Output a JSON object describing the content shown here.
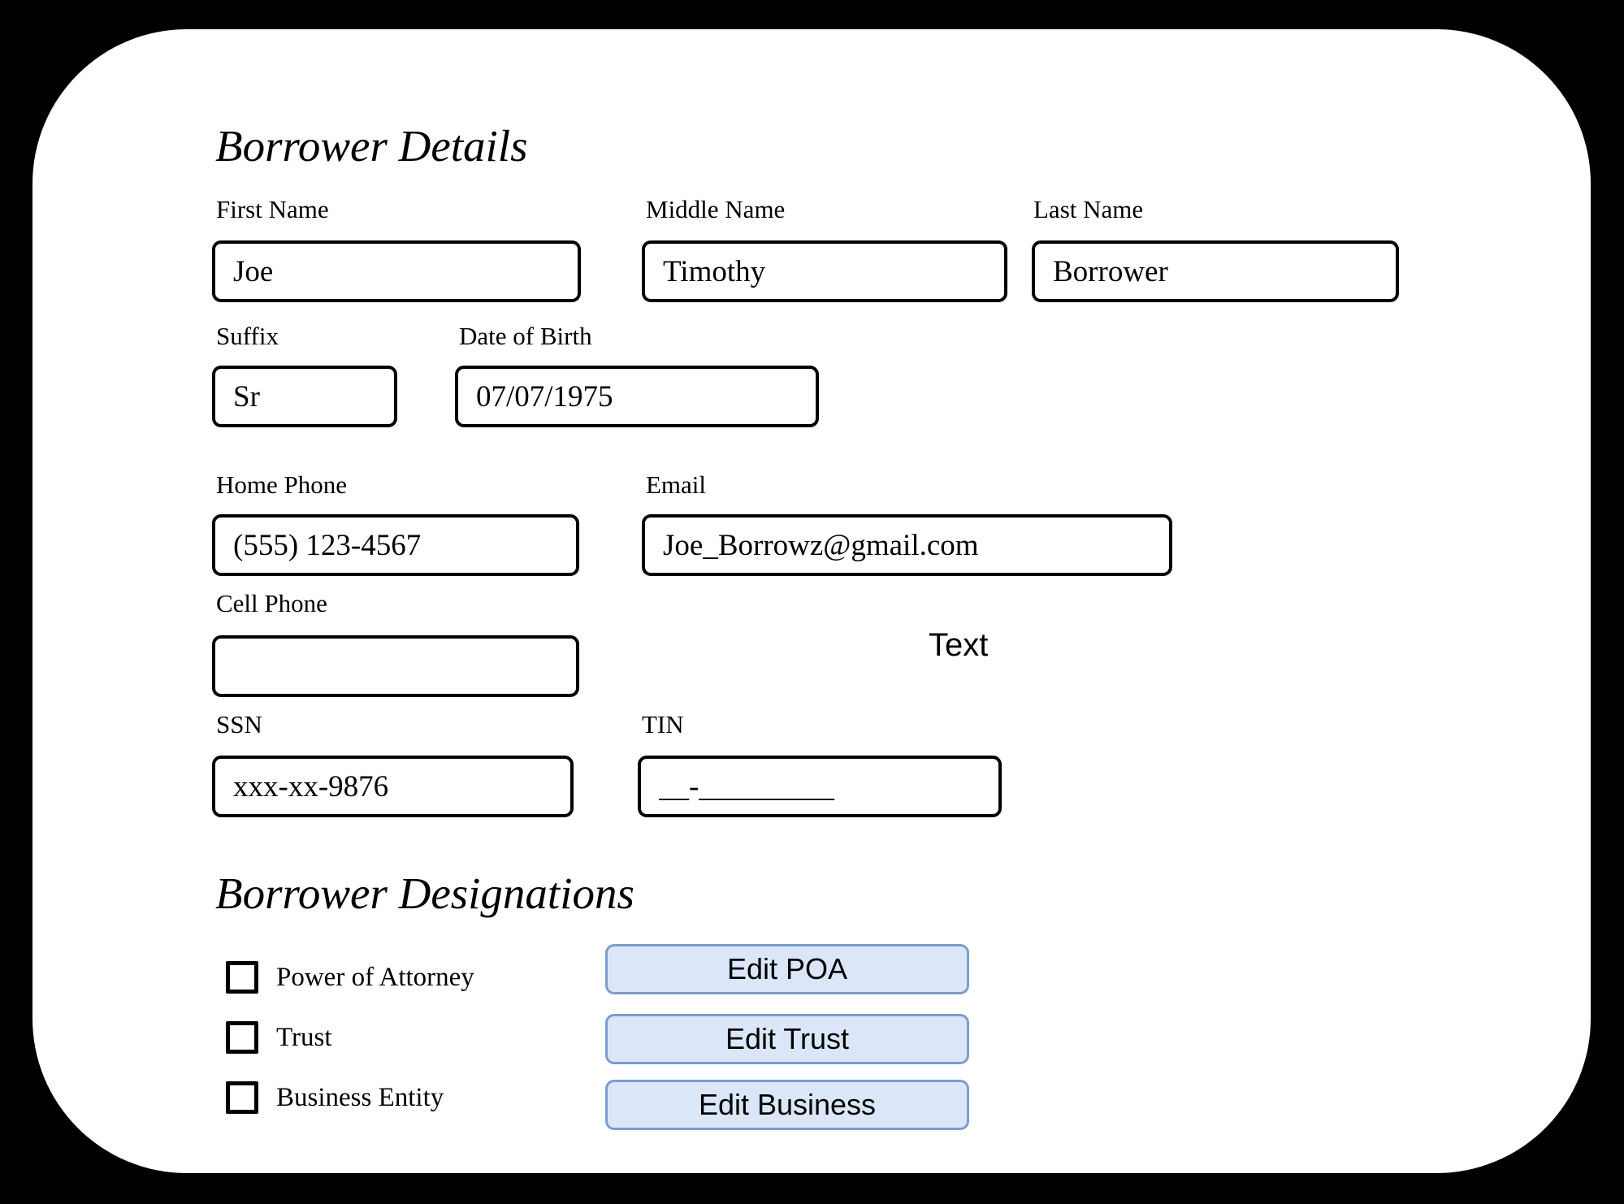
{
  "headings": {
    "details": "Borrower Details",
    "designations": "Borrower Designations"
  },
  "fields": {
    "first_name": {
      "label": "First Name",
      "value": "Joe"
    },
    "middle_name": {
      "label": "Middle Name",
      "value": "Timothy"
    },
    "last_name": {
      "label": "Last Name",
      "value": "Borrower"
    },
    "suffix": {
      "label": "Suffix",
      "value": "Sr"
    },
    "dob": {
      "label": "Date of Birth",
      "value": "07/07/1975"
    },
    "home_phone": {
      "label": "Home Phone",
      "value": "(555) 123-4567"
    },
    "email": {
      "label": "Email",
      "value": "Joe_Borrowz@gmail.com"
    },
    "cell_phone": {
      "label": "Cell Phone",
      "value": ""
    },
    "ssn": {
      "label": "SSN",
      "value": "xxx-xx-9876"
    },
    "tin": {
      "label": "TIN",
      "value": "__-_________"
    }
  },
  "annotations": {
    "text_note": "Text"
  },
  "designations": {
    "items": [
      {
        "label": "Power of Attorney",
        "checked": false,
        "button": "Edit POA"
      },
      {
        "label": "Trust",
        "checked": false,
        "button": "Edit Trust"
      },
      {
        "label": "Business Entity",
        "checked": false,
        "button": "Edit Business"
      }
    ]
  },
  "colors": {
    "page_bg": "#000000",
    "card_bg": "#ffffff",
    "button_fill": "#dbe7f8",
    "button_border": "#7d9dca"
  }
}
